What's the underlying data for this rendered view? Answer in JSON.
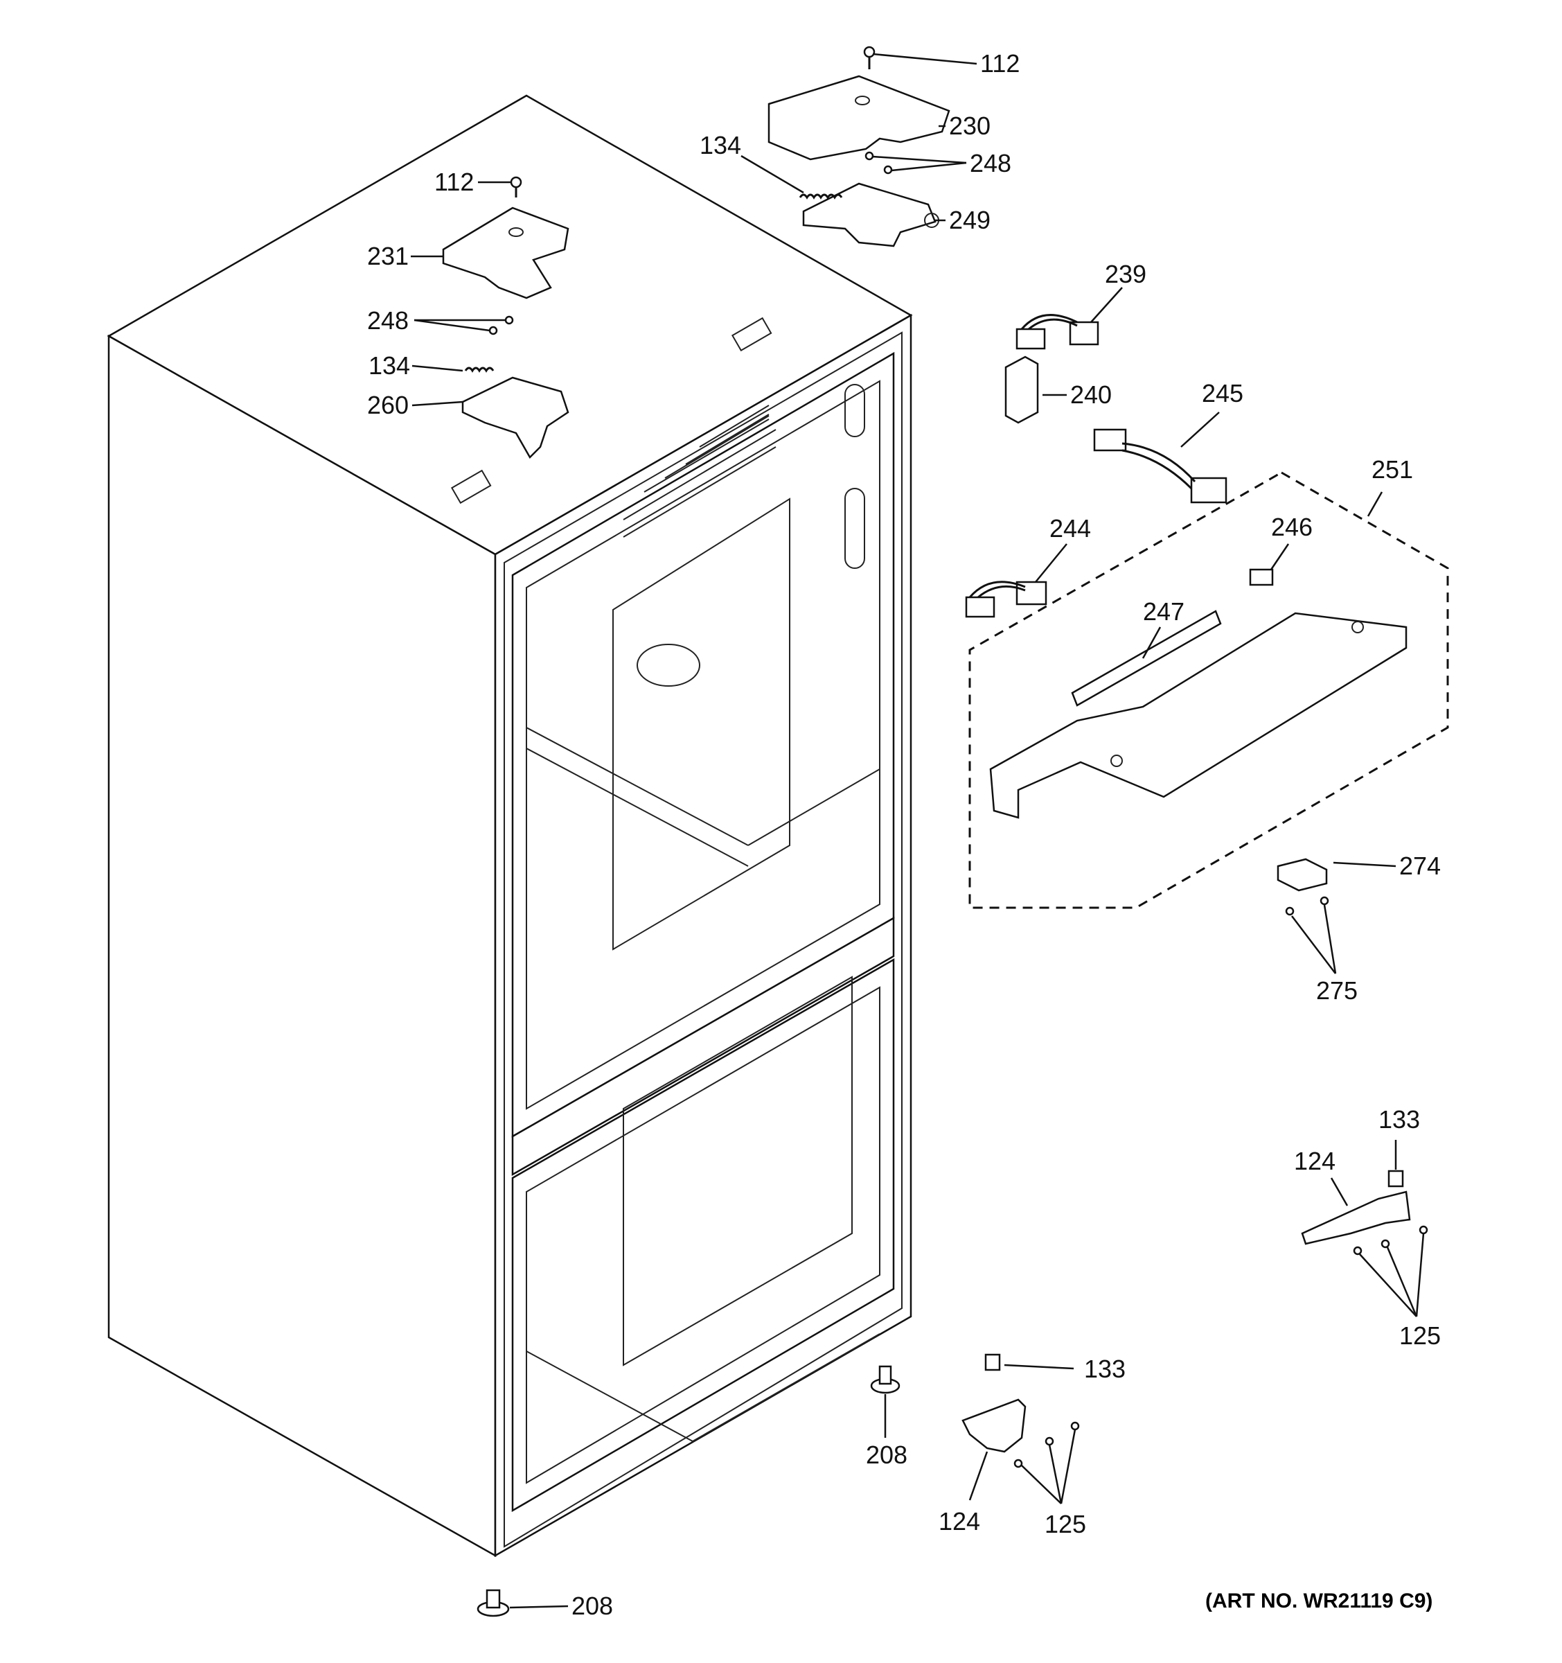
{
  "callouts": {
    "c112_top": "112",
    "c230": "230",
    "c134_top": "134",
    "c248_top": "248",
    "c249": "249",
    "c112_left": "112",
    "c231": "231",
    "c248_left": "248",
    "c134_left": "134",
    "c260": "260",
    "c239": "239",
    "c240": "240",
    "c245": "245",
    "c251": "251",
    "c244": "244",
    "c246": "246",
    "c247": "247",
    "c274": "274",
    "c275": "275",
    "c133_right": "133",
    "c124_right": "124",
    "c125_right": "125",
    "c133_mid": "133",
    "c208_mid": "208",
    "c124_mid": "124",
    "c125_mid": "125",
    "c208_bottom": "208"
  },
  "art_number": "(ART NO. WR21119 C9)"
}
